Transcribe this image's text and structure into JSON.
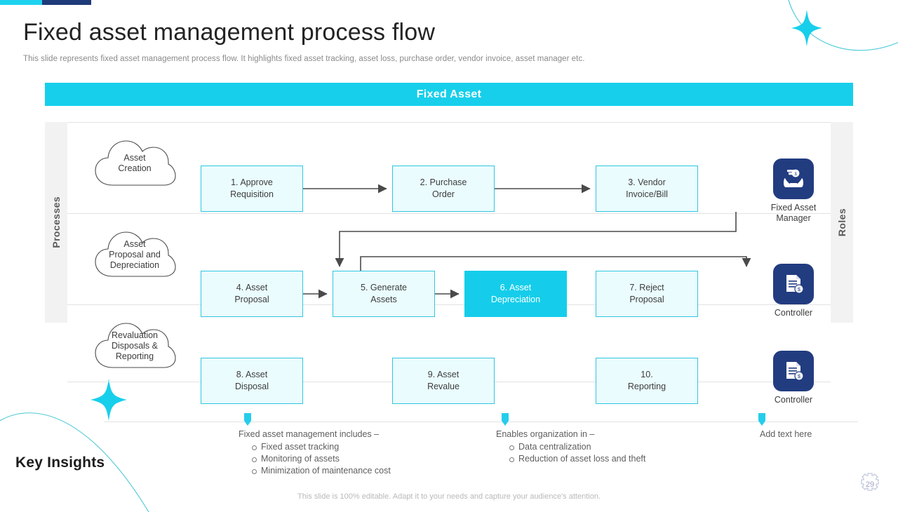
{
  "header": {
    "title": "Fixed asset management process flow",
    "subtitle": "This slide represents fixed asset management process flow. It highlights fixed asset tracking, asset loss, purchase order, vendor invoice, asset manager etc."
  },
  "diagram": {
    "band_title": "Fixed Asset",
    "left_band_label": "Processes",
    "right_band_label": "Roles",
    "rows": [
      {
        "cloud": "Asset\nCreation",
        "cloud_lines": [
          "Asset",
          "Creation"
        ],
        "steps": [
          {
            "label": "1. Approve Requisition",
            "lines": [
              "1. Approve",
              "Requisition"
            ],
            "highlight": false
          },
          {
            "label": "2. Purchase Order",
            "lines": [
              "2. Purchase",
              "Order"
            ],
            "highlight": false
          },
          {
            "label": "3. Vendor Invoice/Bill",
            "lines": [
              "3. Vendor",
              "Invoice/Bill"
            ],
            "highlight": false
          }
        ],
        "role": {
          "label": "Fixed Asset Manager",
          "lines": [
            "Fixed Asset",
            "Manager"
          ],
          "icon": "hands-holding-money-icon"
        }
      },
      {
        "cloud": "Asset Proposal and Depreciation",
        "cloud_lines": [
          "Asset",
          "Proposal and",
          "Depreciation"
        ],
        "steps": [
          {
            "label": "4. Asset Proposal",
            "lines": [
              "4. Asset",
              "Proposal"
            ],
            "highlight": false
          },
          {
            "label": "5. Generate Assets",
            "lines": [
              "5. Generate",
              "Assets"
            ],
            "highlight": false
          },
          {
            "label": "6. Asset Depreciation",
            "lines": [
              "6. Asset",
              "Depreciation"
            ],
            "highlight": true
          },
          {
            "label": "7. Reject Proposal",
            "lines": [
              "7. Reject",
              "Proposal"
            ],
            "highlight": false
          }
        ],
        "role": {
          "label": "Controller",
          "lines": [
            "Controller"
          ],
          "icon": "document-money-icon"
        }
      },
      {
        "cloud": "Revaluation Disposals & Reporting",
        "cloud_lines": [
          "Revaluation",
          "Disposals &",
          "Reporting"
        ],
        "steps": [
          {
            "label": "8. Asset Disposal",
            "lines": [
              "8. Asset",
              "Disposal"
            ],
            "highlight": false
          },
          {
            "label": "9. Asset Revalue",
            "lines": [
              "9. Asset",
              "Revalue"
            ],
            "highlight": false
          },
          {
            "label": "10. Reporting",
            "lines": [
              "10.",
              "Reporting"
            ],
            "highlight": false
          }
        ],
        "role": {
          "label": "Controller",
          "lines": [
            "Controller"
          ],
          "icon": "document-money-icon"
        }
      }
    ]
  },
  "key_insights": {
    "title": "Key Insights",
    "columns": [
      {
        "heading": "Fixed asset management includes –",
        "bullets": [
          "Fixed asset tracking",
          "Monitoring of assets",
          "Minimization of maintenance cost"
        ]
      },
      {
        "heading": "Enables organization in –",
        "bullets": [
          "Data centralization",
          "Reduction of asset loss and theft"
        ]
      },
      {
        "heading": "Add text here",
        "bullets": []
      }
    ]
  },
  "footer": {
    "note": "This slide is 100% editable. Adapt it to your needs and capture your audience's attention.",
    "page_number": "29"
  },
  "colors": {
    "accent_cyan": "#17cfeb",
    "navy": "#223c80",
    "box_fill": "#eafcfe",
    "box_border": "#2fc6e0",
    "highlight_fill": "#15cdea",
    "band_gray": "#f2f2f2"
  }
}
